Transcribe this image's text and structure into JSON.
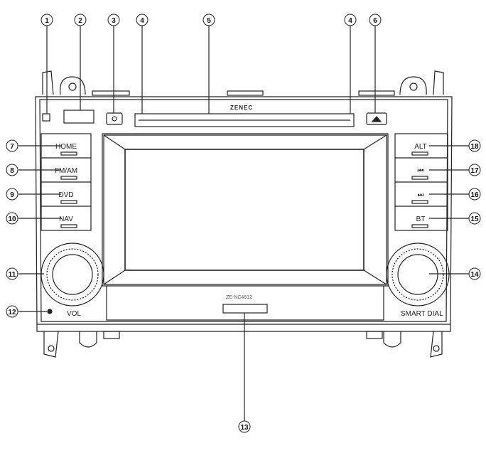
{
  "device": {
    "brand": "ZENEC",
    "model": "ZE-NC4612",
    "vol_label": "VOL",
    "smart_dial_label": "SMART DIAL"
  },
  "buttons_left": [
    "HOME",
    "FM/AM",
    "DVD",
    "NAV"
  ],
  "buttons_right": [
    "ALT",
    "⏮",
    "⏭",
    "BT"
  ],
  "callouts": [
    "1",
    "2",
    "3",
    "4",
    "5",
    "6",
    "7",
    "8",
    "9",
    "10",
    "11",
    "12",
    "13",
    "14",
    "15",
    "16",
    "17",
    "18"
  ]
}
